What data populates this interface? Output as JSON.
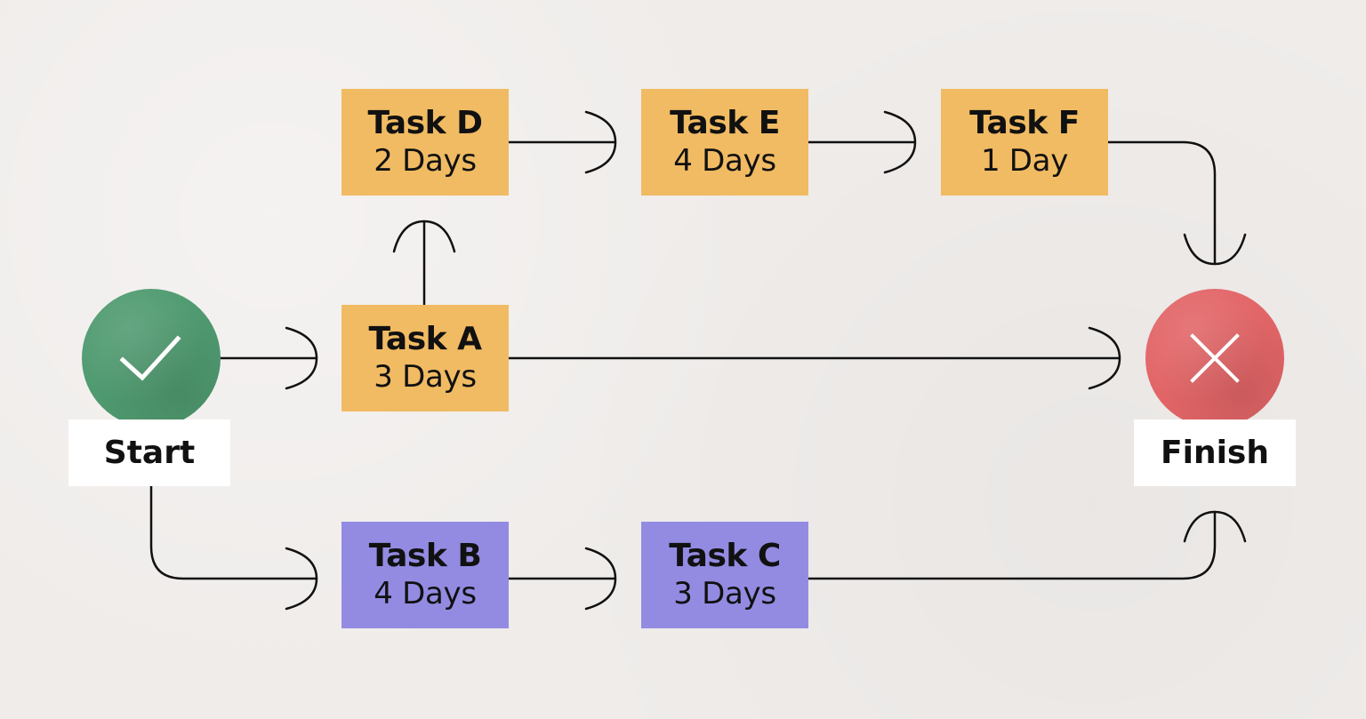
{
  "colors": {
    "background": "#efecea",
    "task_orange": "#f1bb63",
    "task_purple": "#938be2",
    "start_node": "#4f9a70",
    "finish_node": "#e26567",
    "label_box": "#ffffff",
    "line": "#111111"
  },
  "start": {
    "label": "Start",
    "icon": "check-icon"
  },
  "finish": {
    "label": "Finish",
    "icon": "close-icon"
  },
  "tasks": {
    "a": {
      "name": "Task A",
      "duration": "3 Days",
      "color": "orange"
    },
    "b": {
      "name": "Task B",
      "duration": "4 Days",
      "color": "purple"
    },
    "c": {
      "name": "Task C",
      "duration": "3 Days",
      "color": "purple"
    },
    "d": {
      "name": "Task D",
      "duration": "2 Days",
      "color": "orange"
    },
    "e": {
      "name": "Task E",
      "duration": "4 Days",
      "color": "orange"
    },
    "f": {
      "name": "Task F",
      "duration": "1 Day",
      "color": "orange"
    }
  },
  "dependencies": [
    {
      "from": "Start",
      "to": "Task A"
    },
    {
      "from": "Start",
      "to": "Task B"
    },
    {
      "from": "Task A",
      "to": "Task D"
    },
    {
      "from": "Task A",
      "to": "Finish"
    },
    {
      "from": "Task D",
      "to": "Task E"
    },
    {
      "from": "Task E",
      "to": "Task F"
    },
    {
      "from": "Task F",
      "to": "Finish"
    },
    {
      "from": "Task B",
      "to": "Task C"
    },
    {
      "from": "Task C",
      "to": "Finish"
    }
  ]
}
